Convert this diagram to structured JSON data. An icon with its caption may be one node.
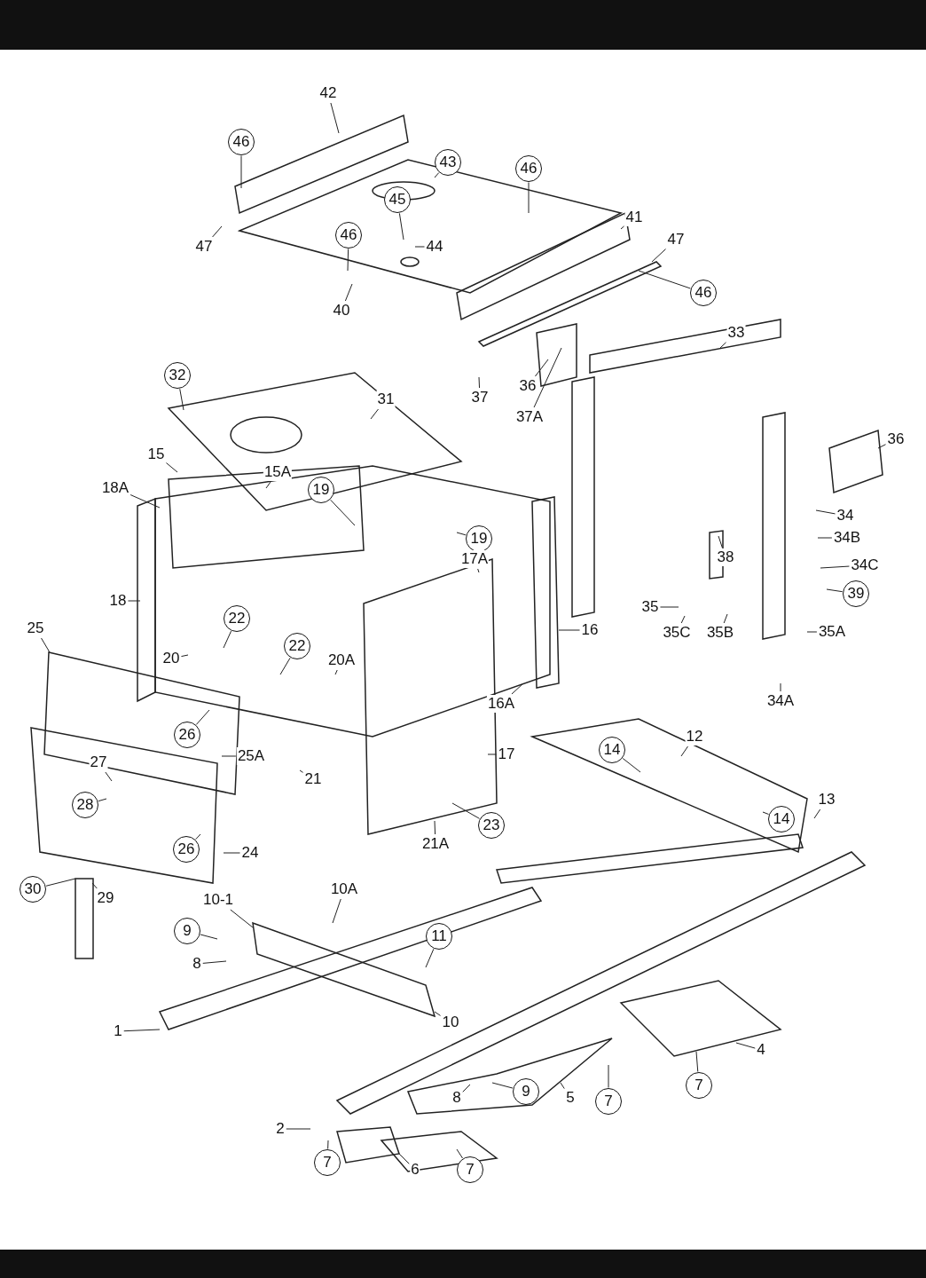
{
  "diagram": {
    "nodes": [
      {
        "text": [
          "46"
        ]
      },
      {
        "text": [
          "42"
        ]
      },
      {
        "text": [
          "43"
        ]
      },
      {
        "text": [
          "46"
        ]
      },
      {
        "text": [
          "45"
        ]
      },
      {
        "text": [
          "41"
        ]
      },
      {
        "text": [
          "47"
        ]
      },
      {
        "text": [
          "44"
        ]
      },
      {
        "text": [
          "46"
        ]
      },
      {
        "text": [
          "47"
        ]
      },
      {
        "text": [
          "46"
        ]
      },
      {
        "text": [
          "40"
        ]
      },
      {
        "text": [
          "33"
        ]
      },
      {
        "text": [
          "32"
        ]
      },
      {
        "text": [
          "31"
        ]
      },
      {
        "text": [
          "37"
        ]
      },
      {
        "text": [
          "36"
        ]
      },
      {
        "text": [
          "37A"
        ]
      },
      {
        "text": [
          "36"
        ]
      },
      {
        "text": [
          "15"
        ]
      },
      {
        "text": [
          "15A"
        ]
      },
      {
        "text": [
          "18A"
        ]
      },
      {
        "text": [
          "19"
        ]
      },
      {
        "text": [
          "19"
        ]
      },
      {
        "text": [
          "17A"
        ]
      },
      {
        "text": [
          "34"
        ]
      },
      {
        "text": [
          "34B"
        ]
      },
      {
        "text": [
          "34C"
        ]
      },
      {
        "text": [
          "38"
        ]
      },
      {
        "text": [
          "39"
        ]
      },
      {
        "text": [
          "18"
        ]
      },
      {
        "text": [
          "16"
        ]
      },
      {
        "text": [
          "35"
        ]
      },
      {
        "text": [
          "22"
        ]
      },
      {
        "text": [
          "22"
        ]
      },
      {
        "text": [
          "25"
        ]
      },
      {
        "text": [
          "35C"
        ]
      },
      {
        "text": [
          "35B"
        ]
      },
      {
        "text": [
          "35A"
        ]
      },
      {
        "text": [
          "20"
        ]
      },
      {
        "text": [
          "20A"
        ]
      },
      {
        "text": [
          "16A"
        ]
      },
      {
        "text": [
          "34A"
        ]
      },
      {
        "text": [
          "26"
        ]
      },
      {
        "text": [
          "17"
        ]
      },
      {
        "text": [
          "14"
        ]
      },
      {
        "text": [
          "12"
        ]
      },
      {
        "text": [
          "25A"
        ]
      },
      {
        "text": [
          "27"
        ]
      },
      {
        "text": [
          "21"
        ]
      },
      {
        "text": [
          "13"
        ]
      },
      {
        "text": [
          "14"
        ]
      },
      {
        "text": [
          "28"
        ]
      },
      {
        "text": [
          "23"
        ]
      },
      {
        "text": [
          "26"
        ]
      },
      {
        "text": [
          "24"
        ]
      },
      {
        "text": [
          "21A"
        ]
      },
      {
        "text": [
          "30"
        ]
      },
      {
        "text": [
          "29"
        ]
      },
      {
        "text": [
          "10-1"
        ]
      },
      {
        "text": [
          "10A"
        ]
      },
      {
        "text": [
          "9"
        ]
      },
      {
        "text": [
          "11"
        ]
      },
      {
        "text": [
          "8"
        ]
      },
      {
        "text": [
          "10"
        ]
      },
      {
        "text": [
          "1"
        ]
      },
      {
        "text": [
          "4"
        ]
      },
      {
        "text": [
          "7"
        ]
      },
      {
        "text": [
          "9"
        ]
      },
      {
        "text": [
          "8"
        ]
      },
      {
        "text": [
          "5"
        ]
      },
      {
        "text": [
          "7"
        ]
      },
      {
        "text": [
          "2"
        ]
      },
      {
        "text": [
          "7"
        ]
      },
      {
        "text": [
          "6"
        ]
      },
      {
        "text": [
          "7"
        ]
      }
    ],
    "edges": [
      {
        "from": 0,
        "to": null,
        "arrow": "none"
      },
      {
        "from": 1,
        "to": null,
        "arrow": "none"
      },
      {
        "from": 2,
        "to": null,
        "arrow": "none"
      },
      {
        "from": 3,
        "to": null,
        "arrow": "none"
      },
      {
        "from": 4,
        "to": null,
        "arrow": "none"
      },
      {
        "from": 5,
        "to": null,
        "arrow": "none"
      },
      {
        "from": 6,
        "to": null,
        "arrow": "none"
      },
      {
        "from": 7,
        "to": null,
        "arrow": "none"
      },
      {
        "from": 8,
        "to": null,
        "arrow": "none"
      },
      {
        "from": 9,
        "to": null,
        "arrow": "none"
      },
      {
        "from": 10,
        "to": null,
        "arrow": "none"
      },
      {
        "from": 11,
        "to": null,
        "arrow": "none"
      },
      {
        "from": 12,
        "to": null,
        "arrow": "none"
      },
      {
        "from": 13,
        "to": null,
        "arrow": "none"
      },
      {
        "from": 14,
        "to": null,
        "arrow": "none"
      },
      {
        "from": 15,
        "to": null,
        "arrow": "none"
      },
      {
        "from": 16,
        "to": null,
        "arrow": "none"
      },
      {
        "from": 17,
        "to": null,
        "arrow": "none"
      },
      {
        "from": 18,
        "to": null,
        "arrow": "none"
      },
      {
        "from": 19,
        "to": null,
        "arrow": "none"
      },
      {
        "from": 20,
        "to": null,
        "arrow": "none"
      },
      {
        "from": 21,
        "to": null,
        "arrow": "none"
      },
      {
        "from": 22,
        "to": null,
        "arrow": "none"
      },
      {
        "from": 23,
        "to": null,
        "arrow": "none"
      },
      {
        "from": 24,
        "to": null,
        "arrow": "none"
      },
      {
        "from": 25,
        "to": null,
        "arrow": "none"
      },
      {
        "from": 26,
        "to": null,
        "arrow": "none"
      },
      {
        "from": 27,
        "to": null,
        "arrow": "none"
      },
      {
        "from": 28,
        "to": null,
        "arrow": "none"
      },
      {
        "from": 29,
        "to": null,
        "arrow": "none"
      },
      {
        "from": 30,
        "to": null,
        "arrow": "none"
      },
      {
        "from": 31,
        "to": null,
        "arrow": "none"
      },
      {
        "from": 32,
        "to": null,
        "arrow": "none"
      },
      {
        "from": 33,
        "to": null,
        "arrow": "none"
      },
      {
        "from": 34,
        "to": null,
        "arrow": "none"
      },
      {
        "from": 35,
        "to": null,
        "arrow": "none"
      },
      {
        "from": 36,
        "to": null,
        "arrow": "none"
      },
      {
        "from": 37,
        "to": null,
        "arrow": "none"
      },
      {
        "from": 38,
        "to": null,
        "arrow": "none"
      },
      {
        "from": 39,
        "to": null,
        "arrow": "none"
      },
      {
        "from": 40,
        "to": null,
        "arrow": "none"
      },
      {
        "from": 41,
        "to": null,
        "arrow": "none"
      },
      {
        "from": 42,
        "to": null,
        "arrow": "none"
      },
      {
        "from": 43,
        "to": null,
        "arrow": "none"
      },
      {
        "from": 44,
        "to": null,
        "arrow": "none"
      },
      {
        "from": 45,
        "to": null,
        "arrow": "none"
      },
      {
        "from": 46,
        "to": null,
        "arrow": "none"
      },
      {
        "from": 47,
        "to": null,
        "arrow": "none"
      },
      {
        "from": 48,
        "to": null,
        "arrow": "none"
      },
      {
        "from": 49,
        "to": null,
        "arrow": "none"
      },
      {
        "from": 50,
        "to": null,
        "arrow": "none"
      },
      {
        "from": 51,
        "to": null,
        "arrow": "none"
      },
      {
        "from": 52,
        "to": null,
        "arrow": "none"
      },
      {
        "from": 53,
        "to": null,
        "arrow": "none"
      },
      {
        "from": 54,
        "to": null,
        "arrow": "none"
      },
      {
        "from": 55,
        "to": null,
        "arrow": "none"
      },
      {
        "from": 56,
        "to": null,
        "arrow": "none"
      },
      {
        "from": 57,
        "to": null,
        "arrow": "none"
      },
      {
        "from": 58,
        "to": null,
        "arrow": "none"
      },
      {
        "from": 59,
        "to": null,
        "arrow": "none"
      },
      {
        "from": 60,
        "to": null,
        "arrow": "none"
      },
      {
        "from": 61,
        "to": null,
        "arrow": "none"
      },
      {
        "from": 62,
        "to": null,
        "arrow": "none"
      },
      {
        "from": 63,
        "to": null,
        "arrow": "none"
      },
      {
        "from": 64,
        "to": null,
        "arrow": "none"
      },
      {
        "from": 65,
        "to": null,
        "arrow": "none"
      },
      {
        "from": 66,
        "to": null,
        "arrow": "none"
      },
      {
        "from": 67,
        "to": null,
        "arrow": "none"
      },
      {
        "from": 68,
        "to": null,
        "arrow": "none"
      },
      {
        "from": 69,
        "to": null,
        "arrow": "none"
      },
      {
        "from": 70,
        "to": null,
        "arrow": "none"
      },
      {
        "from": 71,
        "to": null,
        "arrow": "none"
      },
      {
        "from": 72,
        "to": null,
        "arrow": "none"
      },
      {
        "from": 73,
        "to": null,
        "arrow": "none"
      },
      {
        "from": 74,
        "to": null,
        "arrow": "none"
      },
      {
        "from": 75,
        "to": null,
        "arrow": "none"
      }
    ]
  }
}
